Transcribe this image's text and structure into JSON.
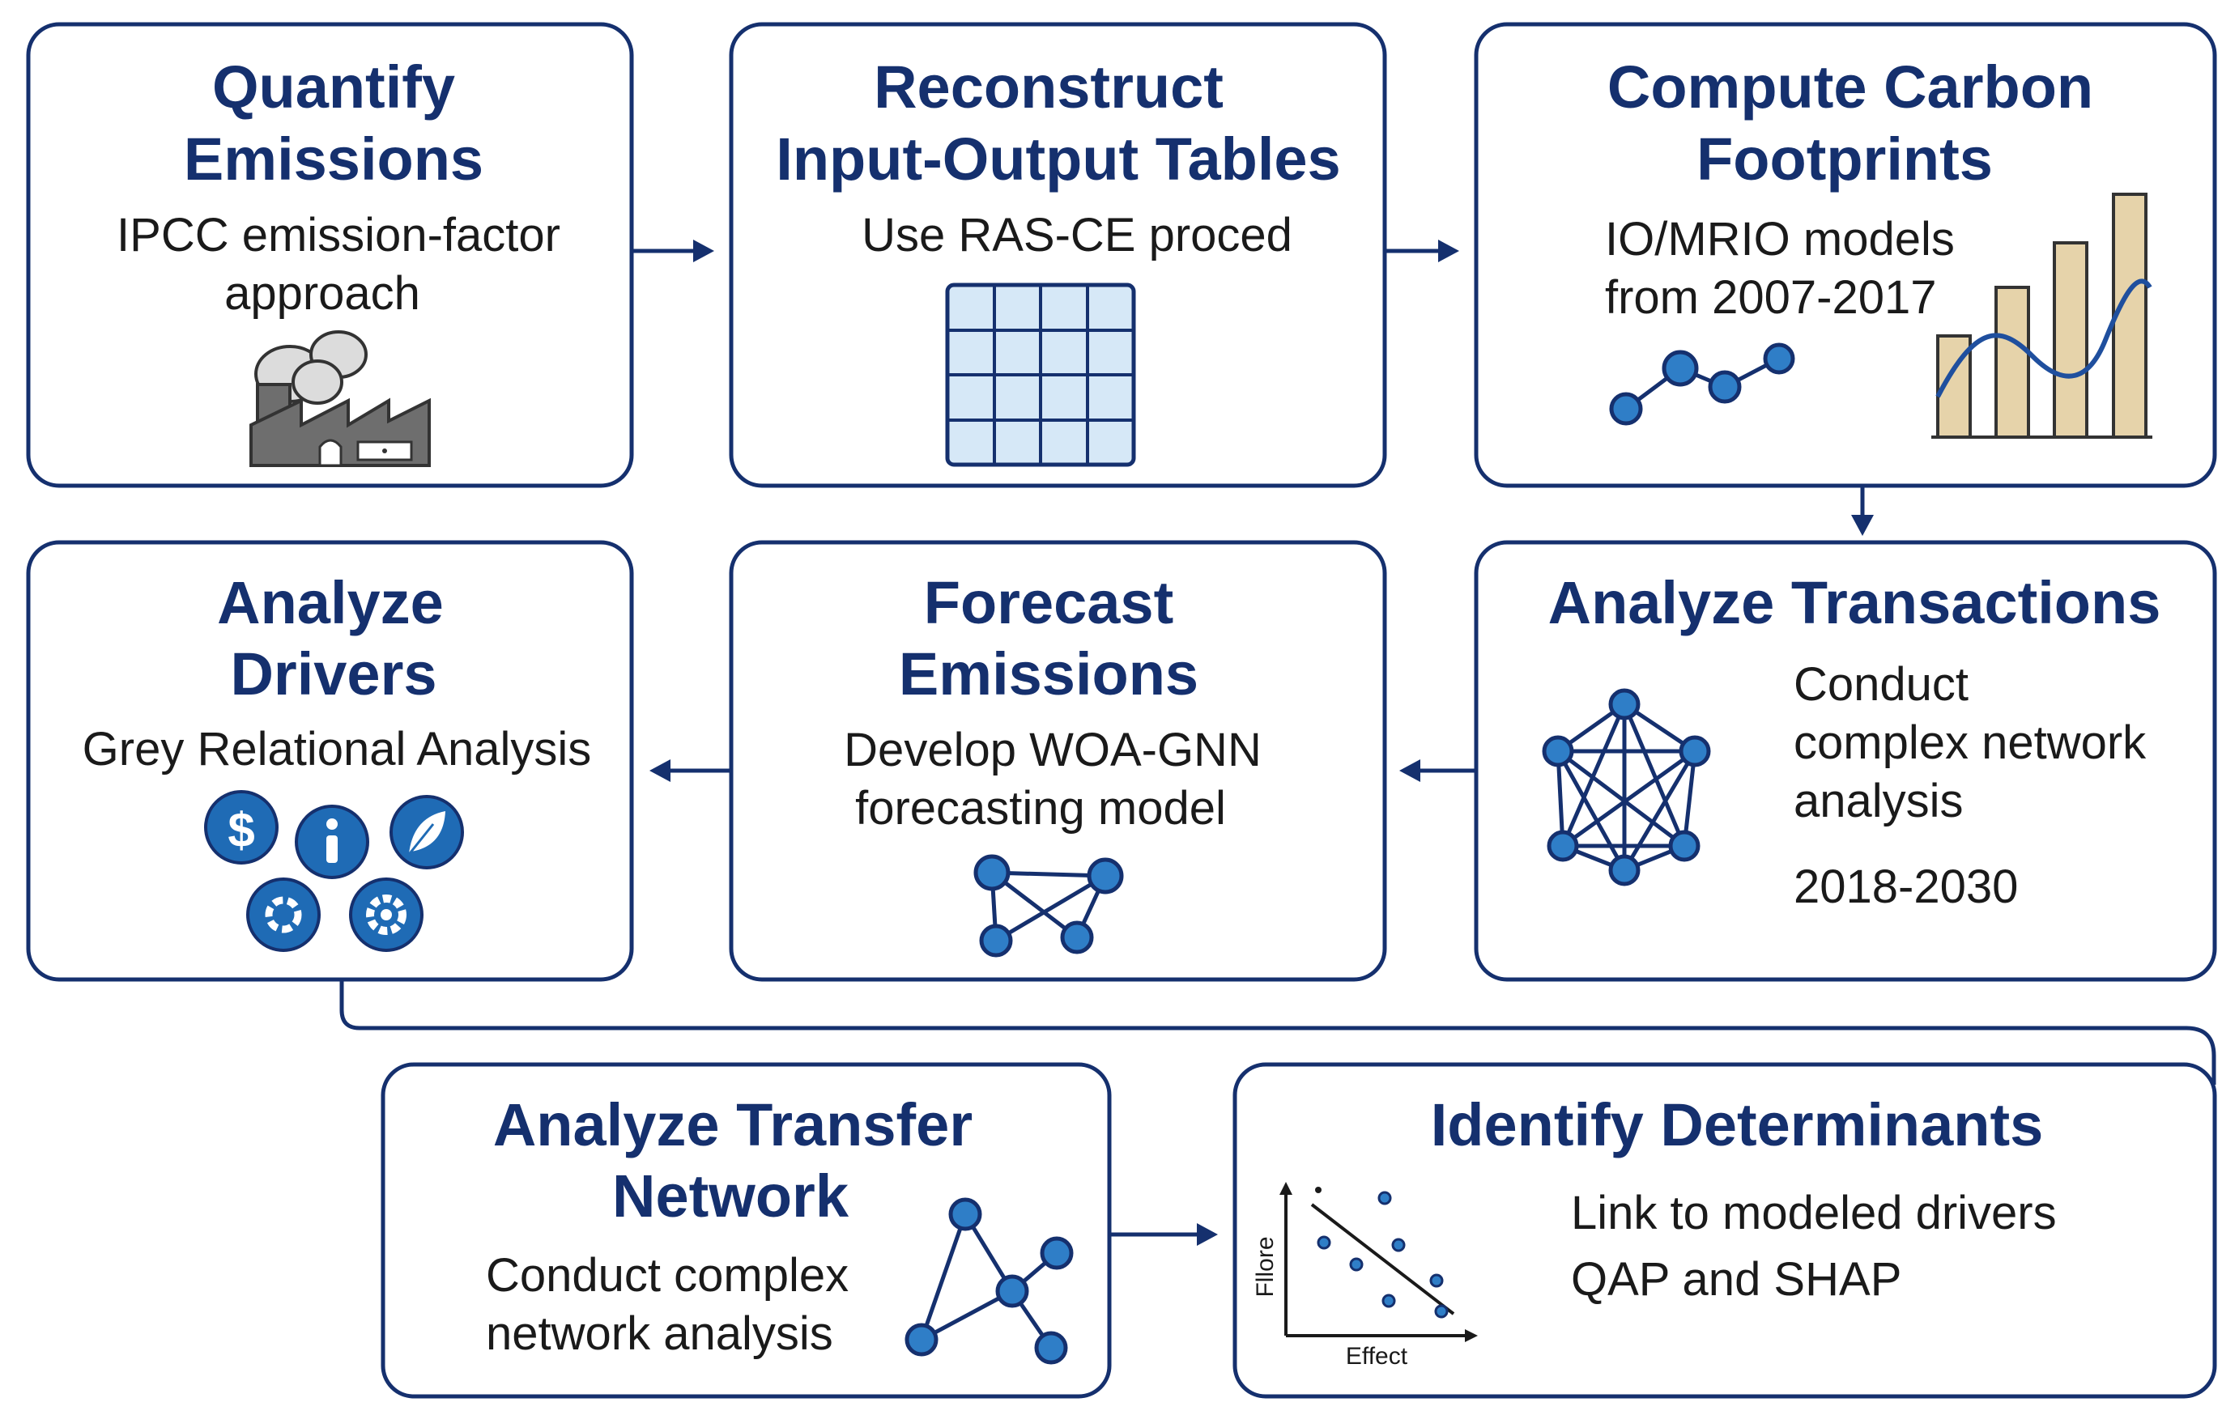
{
  "colors": {
    "box_border": "#15306e",
    "title_text": "#15306e",
    "body_text": "#1a1a1a",
    "node_fill": "#2f7ec7",
    "grid_fill": "#d6e8f7",
    "bar_fill": "#e6d3aa",
    "factory_gray": "#6e6e6e"
  },
  "steps": {
    "quantify": {
      "title_1": "Quantify",
      "title_2": "Emissions",
      "body_1": "IPCC emission-factor",
      "body_2": "approach",
      "icon": "factory-icon"
    },
    "reconstruct": {
      "title_1": "Reconstruct",
      "title_2": "Input-Output Tables",
      "body_1": "Use RAS-CE proced",
      "icon": "grid-table-icon"
    },
    "compute": {
      "title_1": "Compute Carbon",
      "title_2": "Footprints",
      "body_1": "IO/MRIO models",
      "body_2": "from 2007-2017",
      "icon": "bar-line-chart-icon"
    },
    "transactions": {
      "title_1": "Analyze Transactions",
      "body_1": "Conduct",
      "body_2": "complex network",
      "body_3": "analysis",
      "years": "2018-2030",
      "icon": "complete-network-icon"
    },
    "forecast": {
      "title_1": "Forecast",
      "title_2": "Emissions",
      "body_1": "Develop WOA-GNN",
      "body_2": "forecasting model",
      "icon": "network-icon"
    },
    "drivers": {
      "title_1": "Analyze",
      "title_2": "Drivers",
      "body_1": "Grey Relational Analysis",
      "icons": [
        "dollar-icon",
        "info-icon",
        "leaf-icon",
        "gear-icon",
        "cog-icon"
      ]
    },
    "transfer": {
      "title_1": "Analyze Transfer",
      "title_2": "Network",
      "body_1": "Conduct complex",
      "body_2": "network analysis",
      "icon": "graph-icon"
    },
    "determinants": {
      "title_1": "Identify Determinants",
      "body_1": "Link to modeled drivers",
      "body_2": "QAP and SHAP",
      "scatter_xlabel": "Effect",
      "scatter_ylabel": "Fllore",
      "icon": "scatter-plot-icon"
    }
  }
}
